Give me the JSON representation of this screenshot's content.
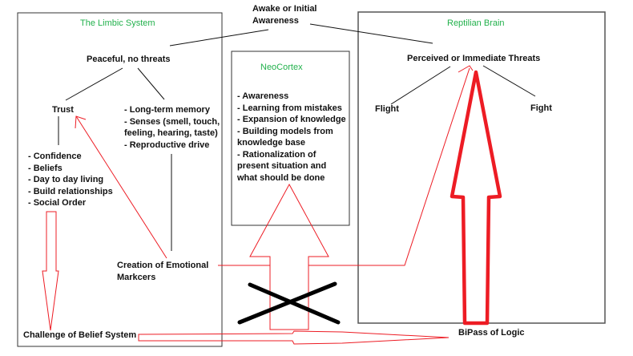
{
  "colors": {
    "heading": "#22b14c",
    "arrow": "#ed1c24",
    "line": "#111111"
  },
  "awake": {
    "line1": "Awake or Initial",
    "line2": "Awareness"
  },
  "limbic": {
    "title": "The Limbic System",
    "peaceful": "Peaceful, no threats",
    "trust": "Trust",
    "trust_items": [
      "- Confidence",
      "- Beliefs",
      "- Day to day living",
      "- Build relationships",
      "- Social Order"
    ],
    "memory_items": [
      "- Long-term memory",
      "- Senses (smell, touch,",
      "feeling, hearing, taste)",
      "- Reproductive drive"
    ],
    "emotional": {
      "line1": "Creation of Emotional",
      "line2": "Markcers"
    },
    "challenge": "Challenge of Belief System"
  },
  "neocortex": {
    "title": "NeoCortex",
    "items": [
      "- Awareness",
      "- Learning from mistakes",
      "- Expansion of knowledge",
      "- Building models from",
      "knowledge base",
      "- Rationalization of",
      "present situation and",
      "what should be done"
    ]
  },
  "reptilian": {
    "title": "Reptilian Brain",
    "threats": "Perceived or Immediate Threats",
    "flight": "Flight",
    "fight": "Fight",
    "bypass": "BiPass of Logic"
  }
}
